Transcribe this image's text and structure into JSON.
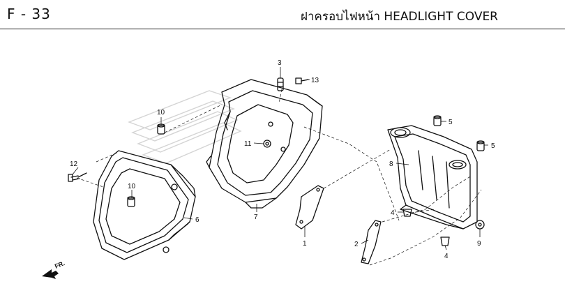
{
  "header": {
    "page_code": "F - 33",
    "title": "ฝาครอบไฟหน้า  HEADLIGHT COVER"
  },
  "direction_label": "FR.",
  "callouts": [
    {
      "id": "c3",
      "text": "3"
    },
    {
      "id": "c13",
      "text": "13"
    },
    {
      "id": "c10a",
      "text": "10"
    },
    {
      "id": "c11",
      "text": "11"
    },
    {
      "id": "c12",
      "text": "12"
    },
    {
      "id": "c10b",
      "text": "10"
    },
    {
      "id": "c6",
      "text": "6"
    },
    {
      "id": "c7",
      "text": "7"
    },
    {
      "id": "c1",
      "text": "1"
    },
    {
      "id": "c2",
      "text": "2"
    },
    {
      "id": "c5a",
      "text": "5"
    },
    {
      "id": "c5b",
      "text": "5"
    },
    {
      "id": "c8",
      "text": "8"
    },
    {
      "id": "c4a",
      "text": "4"
    },
    {
      "id": "c4b",
      "text": "4"
    },
    {
      "id": "c9",
      "text": "9"
    }
  ]
}
